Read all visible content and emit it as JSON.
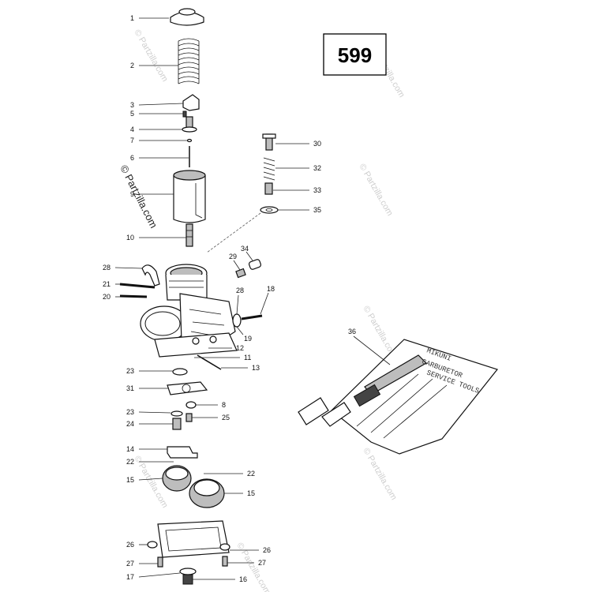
{
  "diagram_number": "599",
  "watermark_main": "© Partzilla.com",
  "watermark_faint": "© Partzilla.com",
  "kit_label_lines": [
    "MIKUNI",
    "CARBURETOR",
    "SERVICE TOOLS"
  ],
  "callouts": [
    "1",
    "2",
    "3",
    "5",
    "4",
    "7",
    "6",
    "9",
    "10",
    "30",
    "32",
    "33",
    "35",
    "28",
    "21",
    "20",
    "29",
    "34",
    "28",
    "18",
    "19",
    "12",
    "11",
    "13",
    "23",
    "31",
    "8",
    "23",
    "25",
    "24",
    "14",
    "22",
    "15",
    "22",
    "15",
    "26",
    "26",
    "27",
    "27",
    "17",
    "16",
    "36"
  ]
}
